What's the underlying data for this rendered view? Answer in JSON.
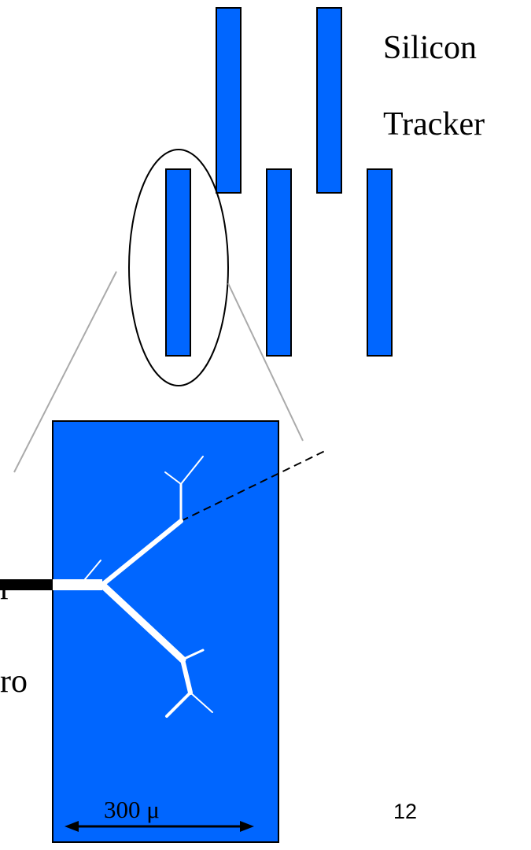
{
  "title": {
    "line1": "Silicon",
    "line2": "Tracker"
  },
  "scale_label": "300 μ",
  "slide_number": "12",
  "cut_off_labels": [
    "r",
    "ro"
  ],
  "colors": {
    "strip_fill": "#0066FF",
    "outline": "#000000",
    "track": "#ffffff",
    "guide_line": "#aaaaaa"
  }
}
